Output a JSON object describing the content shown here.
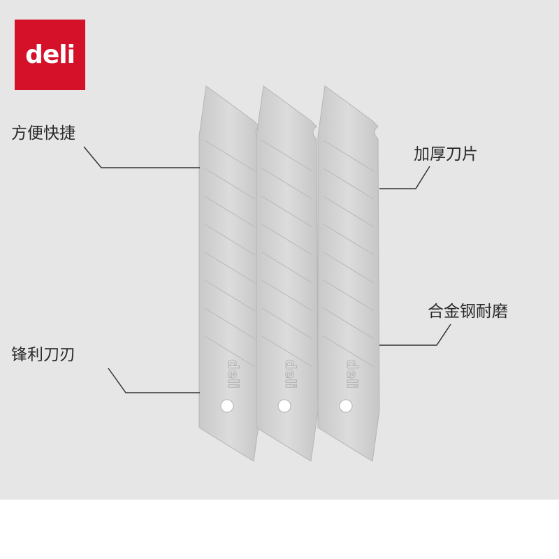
{
  "brand": {
    "logo_text": "deli",
    "logo_color": "#d5112a"
  },
  "callouts": {
    "convenient": "方便快捷",
    "sharp_edge": "锋利刀刃",
    "thick_blade": "加厚刀片",
    "alloy_steel": "合金钢耐磨"
  },
  "blade": {
    "count": 3,
    "segments": 8,
    "engraving": "deli",
    "color": "#d2d2d2"
  },
  "colors": {
    "background": "#e6e6e6",
    "line": "#333333"
  }
}
